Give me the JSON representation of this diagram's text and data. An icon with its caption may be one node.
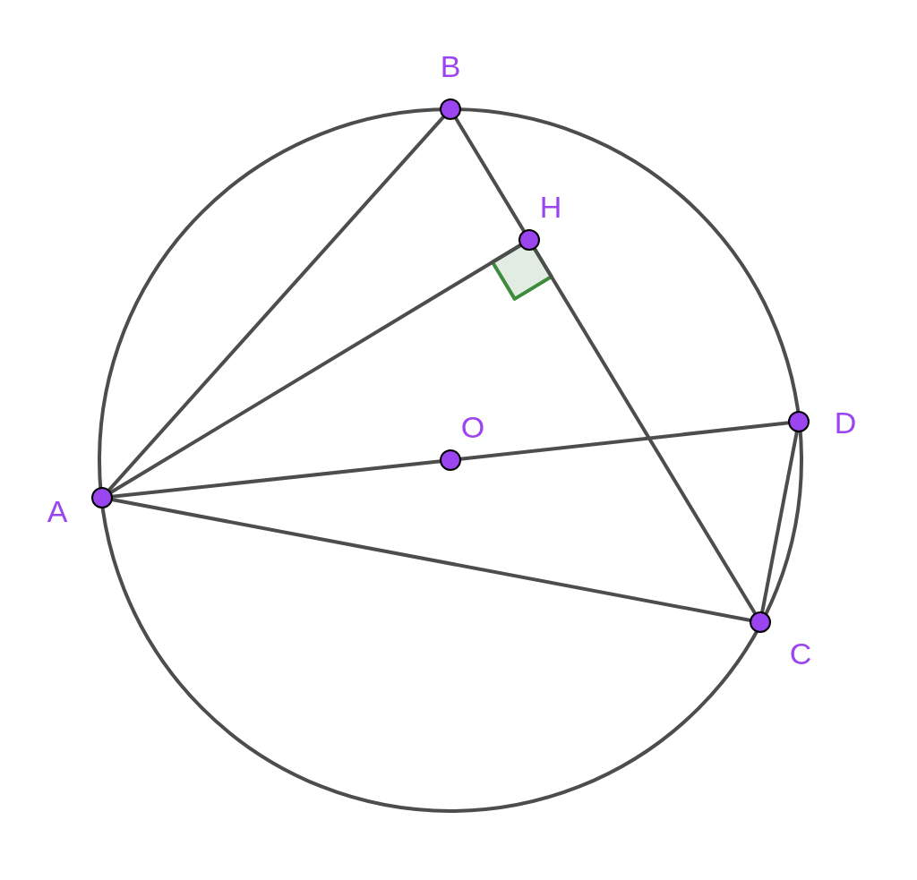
{
  "diagram": {
    "nodes": [
      {
        "text": [
          "B"
        ]
      },
      {
        "text": [
          "H"
        ]
      },
      {
        "text": [
          "O"
        ]
      },
      {
        "text": [
          "D"
        ]
      },
      {
        "text": [
          "A"
        ]
      },
      {
        "text": [
          "C"
        ]
      }
    ],
    "edges": [
      {
        "from": 4,
        "to": 0,
        "arrow": "none"
      },
      {
        "from": 0,
        "to": 1,
        "arrow": "none"
      },
      {
        "from": 1,
        "to": 5,
        "arrow": "none"
      },
      {
        "from": 4,
        "to": 1,
        "arrow": "none"
      },
      {
        "from": 4,
        "to": 2,
        "arrow": "none"
      },
      {
        "from": 2,
        "to": 3,
        "arrow": "none"
      },
      {
        "from": 4,
        "to": 5,
        "arrow": "none"
      },
      {
        "from": 5,
        "to": 3,
        "arrow": "none"
      }
    ]
  }
}
